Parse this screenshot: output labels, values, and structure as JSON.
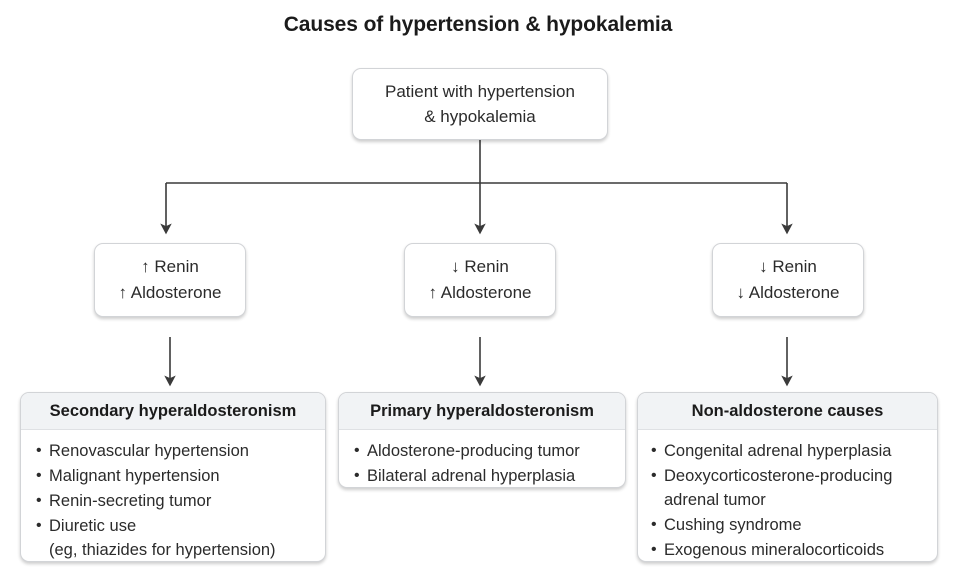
{
  "title": "Causes of hypertension & hypokalemia",
  "root": {
    "label": "Patient with hypertension\n& hypokalemia"
  },
  "branches": [
    {
      "id": "renin-high-aldo-high",
      "label": "↑ Renin\n↑ Aldosterone",
      "renin": "↑",
      "aldosterone": "↑"
    },
    {
      "id": "renin-low-aldo-high",
      "label": "↓ Renin\n↑ Aldosterone",
      "renin": "↓",
      "aldosterone": "↑"
    },
    {
      "id": "renin-low-aldo-low",
      "label": "↓ Renin\n↓ Aldosterone",
      "renin": "↓",
      "aldosterone": "↓"
    }
  ],
  "results": [
    {
      "id": "secondary-hyperaldosteronism",
      "header": "Secondary hyperaldosteronism",
      "items": [
        "Renovascular hypertension",
        "Malignant hypertension",
        "Renin-secreting tumor",
        "Diuretic use\n(eg, thiazides for hypertension)"
      ]
    },
    {
      "id": "primary-hyperaldosteronism",
      "header": "Primary hyperaldosteronism",
      "items": [
        "Aldosterone-producing tumor",
        "Bilateral adrenal hyperplasia"
      ]
    },
    {
      "id": "non-aldosterone-causes",
      "header": "Non-aldosterone causes",
      "items": [
        "Congenital adrenal hyperplasia",
        "Deoxycorticosterone-producing\nadrenal tumor",
        "Cushing syndrome",
        "Exogenous mineralocorticoids"
      ]
    }
  ],
  "colors": {
    "background": "#ffffff",
    "text": "#2b2b2b",
    "title": "#1b1b1b",
    "box_border": "#d2d4d7",
    "header_fill": "#f1f3f5",
    "connector": "#3a3a3a"
  }
}
